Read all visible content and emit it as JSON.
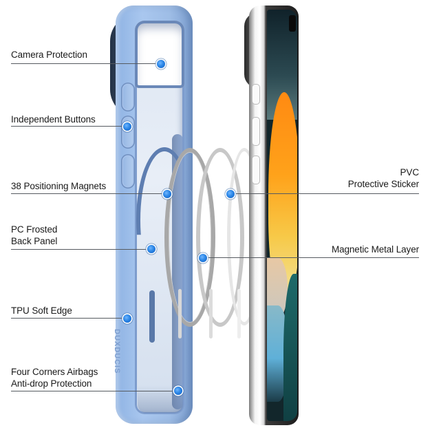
{
  "product": {
    "brand_text": "DUXDUCIS",
    "case_color": "#9ebde6",
    "dot_color": "#2b86e6",
    "leader_color": "#555a60"
  },
  "callouts_left": [
    {
      "id": "camera-protection",
      "lines": [
        "Camera Protection"
      ]
    },
    {
      "id": "independent-buttons",
      "lines": [
        "Independent Buttons"
      ]
    },
    {
      "id": "positioning-magnets",
      "lines": [
        "38 Positioning Magnets"
      ]
    },
    {
      "id": "pc-frosted-back-panel",
      "lines": [
        "PC Frosted",
        "Back Panel"
      ]
    },
    {
      "id": "tpu-soft-edge",
      "lines": [
        "TPU Soft Edge"
      ]
    },
    {
      "id": "four-corners-airbags",
      "lines": [
        "Four Corners Airbags",
        "Anti-drop Protection"
      ]
    }
  ],
  "callouts_right": [
    {
      "id": "pvc-protective-sticker",
      "lines": [
        "PVC",
        "Protective Sticker"
      ]
    },
    {
      "id": "magnetic-metal-layer",
      "lines": [
        "Magnetic Metal Layer"
      ]
    }
  ]
}
